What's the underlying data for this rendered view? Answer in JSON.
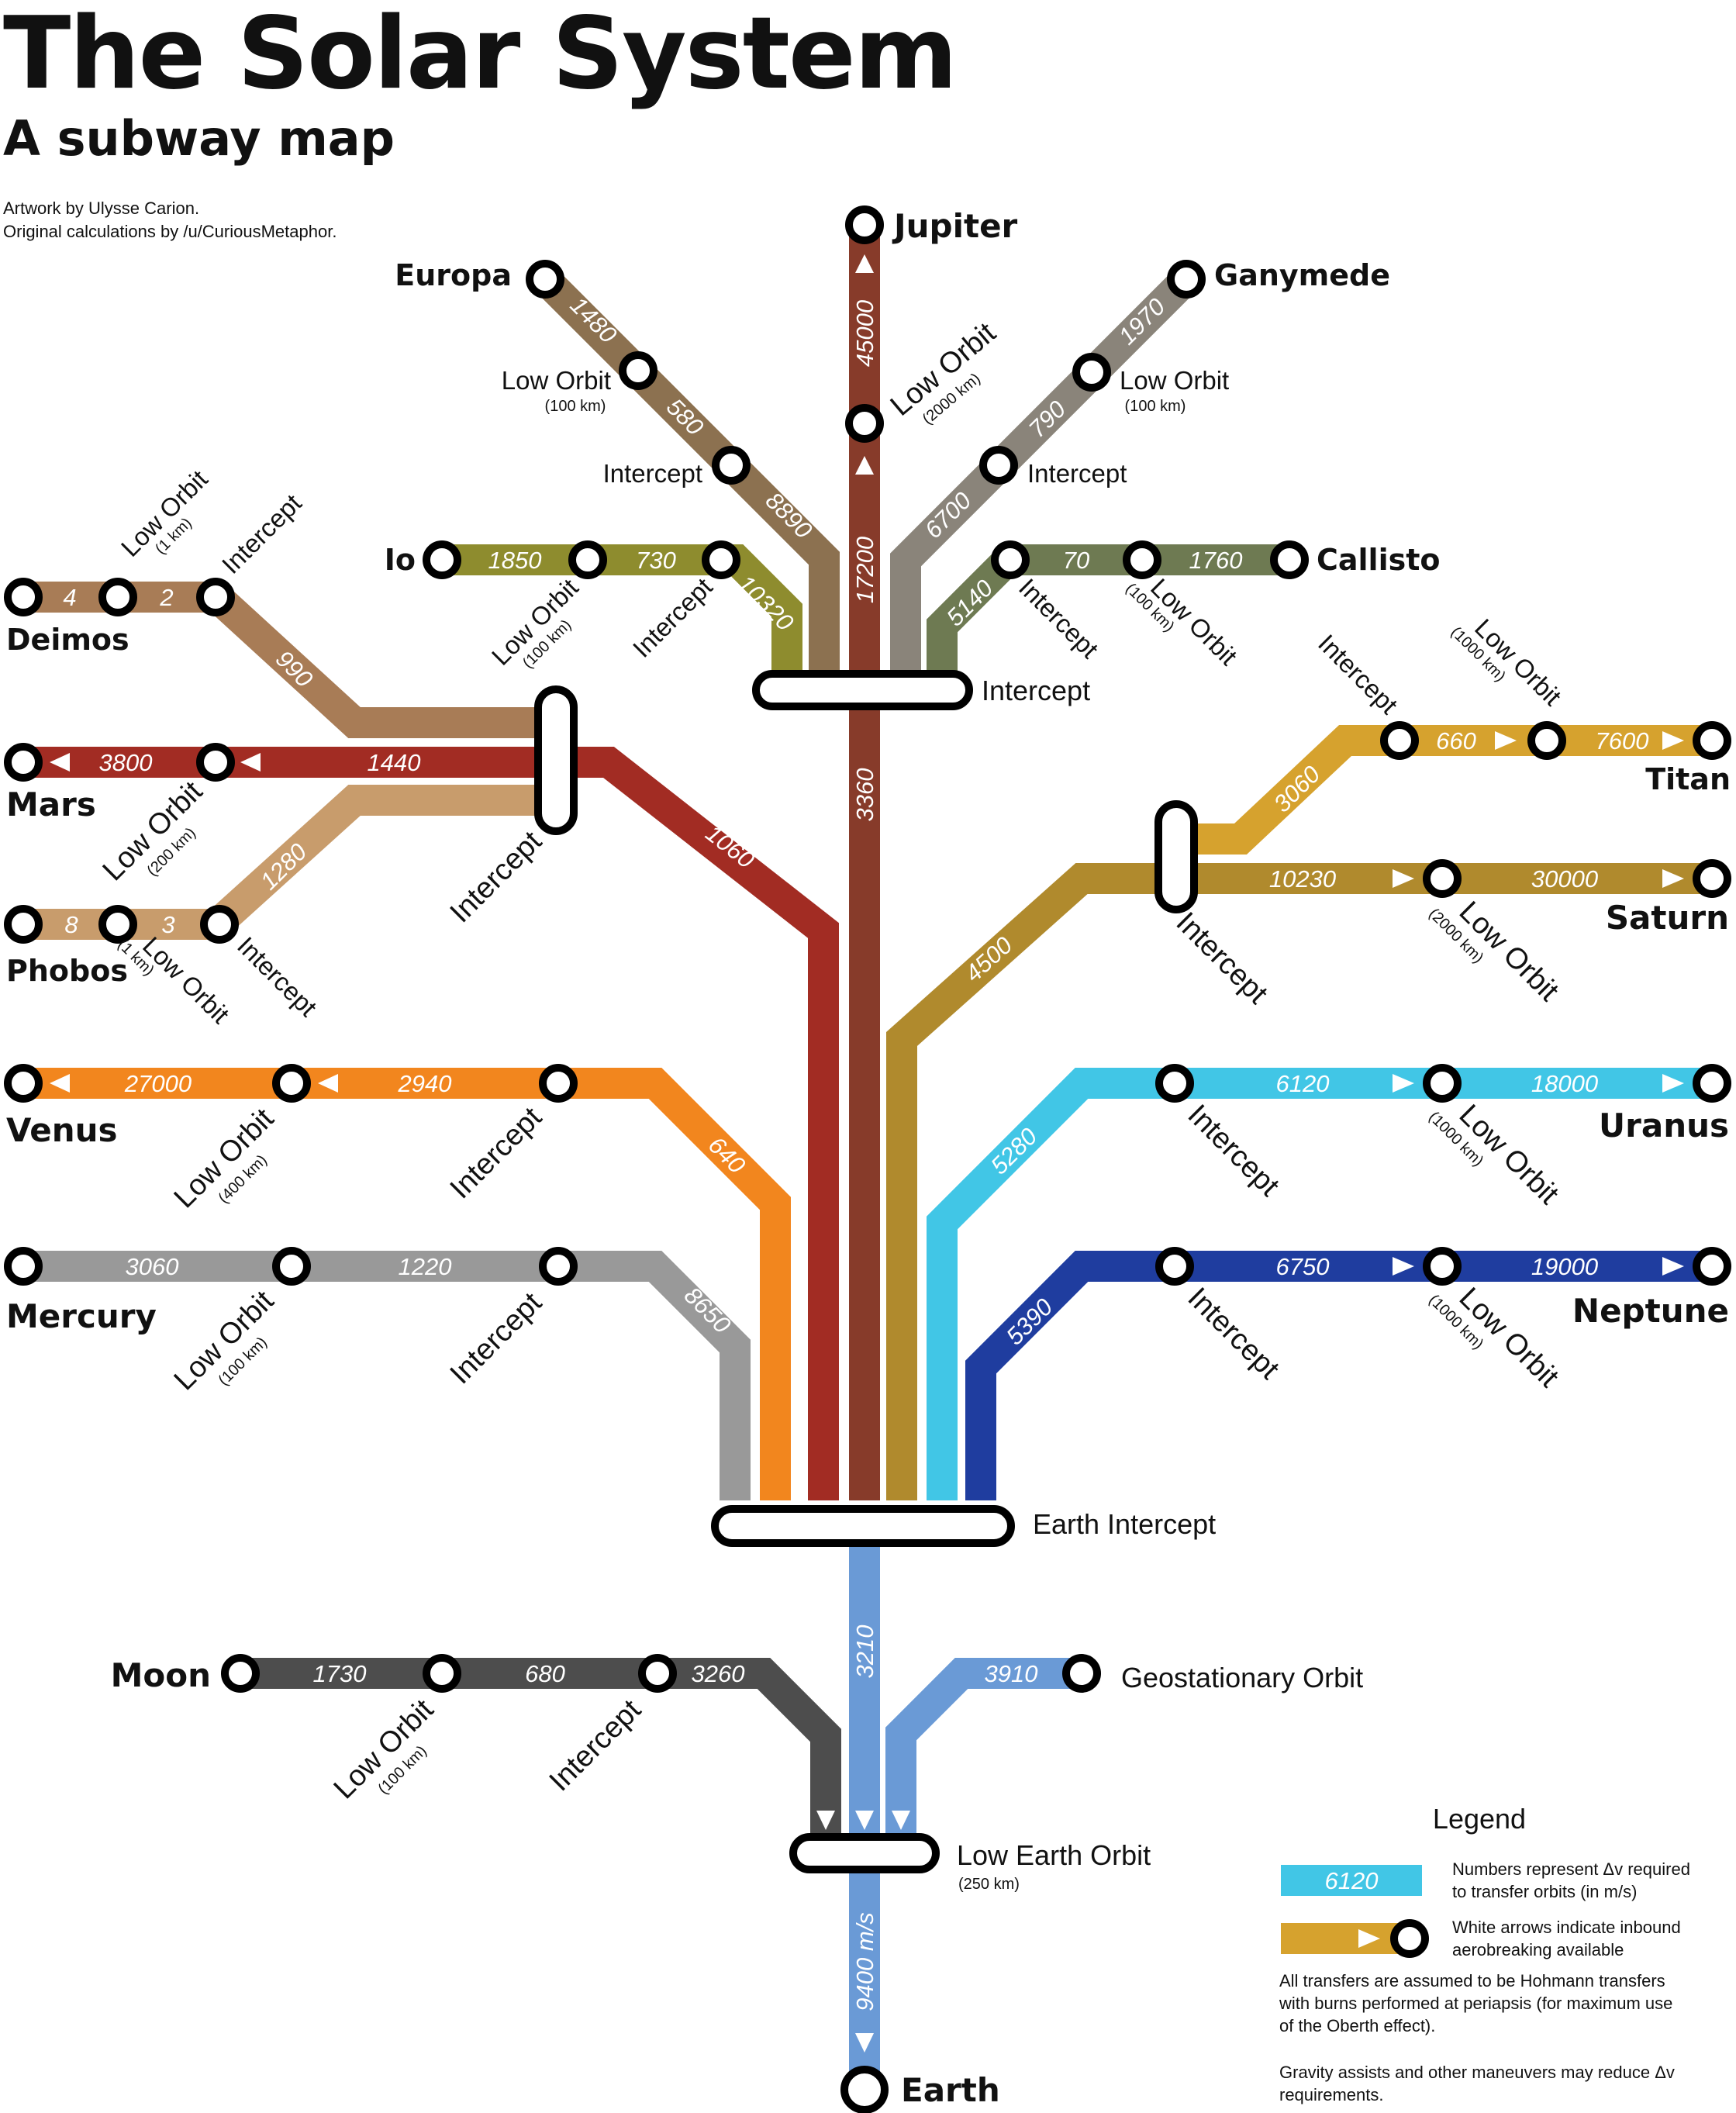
{
  "header": {
    "title": "The Solar System",
    "subtitle": "A subway map",
    "credit_artwork": "Artwork by Ulysse Carion.",
    "credit_calc": "Original calculations by /u/CuriousMetaphor."
  },
  "lines": {
    "jupiter": {
      "color": "#873b2a",
      "delta_v": [
        "45000",
        "17200",
        "3360"
      ]
    },
    "europa": {
      "color": "#8c7150",
      "delta_v": [
        "1480",
        "580",
        "8890"
      ]
    },
    "ganymede": {
      "color": "#8a847a",
      "delta_v": [
        "1970",
        "790",
        "6700"
      ]
    },
    "io": {
      "color": "#8e8c2e",
      "delta_v": [
        "1850",
        "730",
        "10320"
      ]
    },
    "callisto": {
      "color": "#6e7a52",
      "delta_v": [
        "5140",
        "70",
        "1760"
      ]
    },
    "deimos": {
      "color": "#a87c56",
      "delta_v": [
        "4",
        "2",
        "990"
      ]
    },
    "mars": {
      "color": "#a22c23",
      "delta_v": [
        "3800",
        "1440",
        "1060"
      ]
    },
    "phobos": {
      "color": "#c89c6c",
      "delta_v": [
        "8",
        "3",
        "1280"
      ]
    },
    "titan": {
      "color": "#d6a22e",
      "delta_v": [
        "3060",
        "660",
        "7600"
      ]
    },
    "saturn": {
      "color": "#b08a2d",
      "delta_v": [
        "10230",
        "30000",
        "4500"
      ]
    },
    "venus": {
      "color": "#f2861e",
      "delta_v": [
        "27000",
        "2940",
        "640"
      ]
    },
    "uranus": {
      "color": "#41c6e6",
      "delta_v": [
        "5280",
        "6120",
        "18000"
      ]
    },
    "mercury": {
      "color": "#999999",
      "delta_v": [
        "3060",
        "1220",
        "8650"
      ]
    },
    "neptune": {
      "color": "#1f3d9f",
      "delta_v": [
        "5390",
        "6750",
        "19000"
      ]
    },
    "moon": {
      "color": "#4d4d4d",
      "delta_v": [
        "1730",
        "680",
        "3260"
      ]
    },
    "earth": {
      "color": "#6a9ad6",
      "delta_v": [
        "3210",
        "3910",
        "9400 m/s"
      ]
    }
  },
  "stations": {
    "jupiter": "Jupiter",
    "europa": "Europa",
    "ganymede": "Ganymede",
    "io": "Io",
    "callisto": "Callisto",
    "deimos": "Deimos",
    "mars": "Mars",
    "phobos": "Phobos",
    "titan": "Titan",
    "saturn": "Saturn",
    "venus": "Venus",
    "uranus": "Uranus",
    "mercury": "Mercury",
    "neptune": "Neptune",
    "moon": "Moon",
    "earth": "Earth",
    "geostationary": "Geostationary Orbit",
    "jupiter_intercept": "Intercept",
    "earth_intercept": "Earth Intercept",
    "low_earth_orbit": "Low Earth Orbit",
    "low_earth_orbit_alt": "(250 km)",
    "intercept": "Intercept",
    "low_orbit": "Low Orbit",
    "alt_1": "(1 km)",
    "alt_100": "(100 km)",
    "alt_200": "(200 km)",
    "alt_400": "(400 km)",
    "alt_1000": "(1000 km)",
    "alt_2000": "(2000 km)"
  },
  "legend": {
    "title": "Legend",
    "sample_value": "6120",
    "numbers_line1": "Numbers represent Δv required",
    "numbers_line2": "to transfer orbits (in m/s)",
    "arrows_line1": "White arrows indicate inbound",
    "arrows_line2": "aerobreaking available",
    "note1_line1": "All transfers are assumed to be Hohmann transfers",
    "note1_line2": "with burns performed at periapsis (for maximum use",
    "note1_line3": "of the Oberth effect).",
    "note2_line1": "Gravity assists and other maneuvers may reduce Δv",
    "note2_line2": "requirements."
  }
}
